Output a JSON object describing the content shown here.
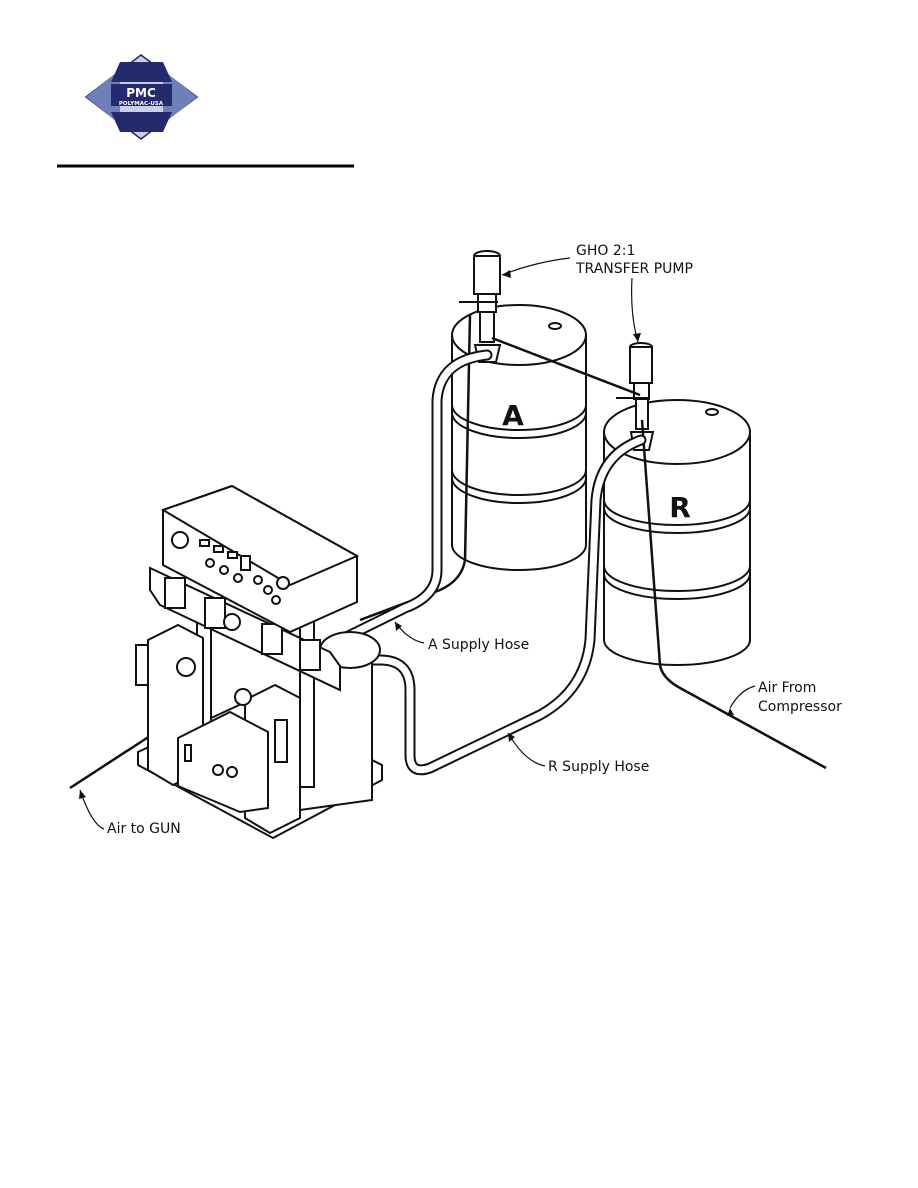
{
  "logo": {
    "brand": "PMC",
    "subtitle": "POLYMAC-USA",
    "colors": {
      "dark": "#232a6e",
      "mid": "#6f7fb8",
      "light": "#c9cfe6"
    }
  },
  "drums": {
    "a_letter": "A",
    "r_letter": "R"
  },
  "labels": {
    "pump_line1": "GHO 2:1",
    "pump_line2": "TRANSFER PUMP",
    "a_hose": "A Supply Hose",
    "r_hose": "R Supply Hose",
    "air_from_line1": "Air From",
    "air_from_line2": "Compressor",
    "air_to_gun": "Air to GUN"
  }
}
